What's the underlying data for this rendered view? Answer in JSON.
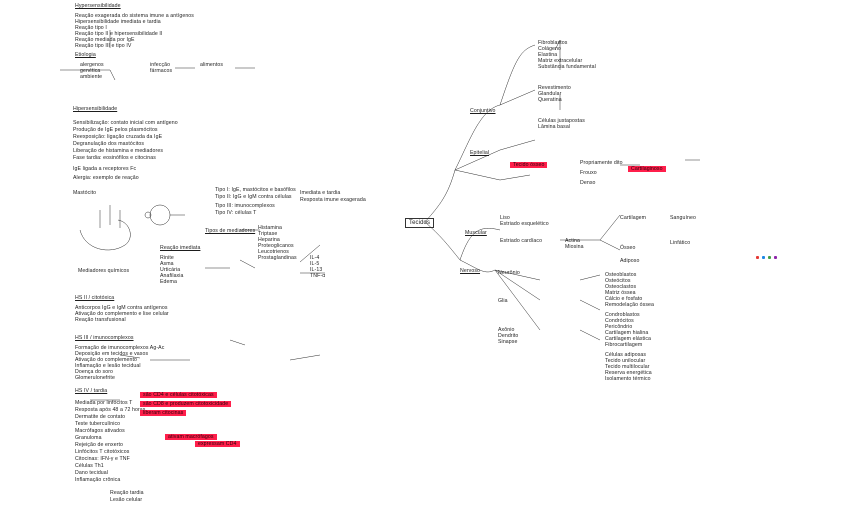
{
  "left_column": {
    "title": "Hypersensibilidade",
    "heading_lines": [
      "Reação exagerada do sistema imune a antígenos",
      "Hipersensibilidade imediata e tardia",
      "Reação tipo I",
      "Reação tipo II e hipersensibilidade II",
      "Reação mediada por IgE",
      "Reação tipo III e tipo IV"
    ],
    "section_1_label": "Etiologia",
    "section_1_items": [
      "alergenos",
      "genética",
      "ambiente",
      "infecção",
      "fármacos",
      "alimentos"
    ],
    "section_2_label": "Hipersensibilidade",
    "section_2_lines": [
      "Sensibilização: contato inicial com antígeno",
      "Produção de IgE pelos plasmócitos",
      "Reexposição: ligação cruzada da IgE",
      "Degranulação dos mastócitos",
      "Liberação de histamina e mediadores",
      "Fase tardia: eosinófilos e citocinas",
      "IgE ligada a receptores Fc",
      "Alergia: exemplo de reação"
    ],
    "diagram_label": "Mastócito",
    "diagram_caption": "Mediadores químicos",
    "section_3_label": "HS II / citotóxica",
    "section_3_lines": [
      "Anticorpos IgG e IgM contra antígenos",
      "Ativação do complemento e lise celular",
      "Reação transfusional"
    ],
    "section_4_label": "HS III / imunocomplexos",
    "section_4_lines": [
      "Formação de imunocomplexos Ag-Ac",
      "Deposição em tecidos e vasos",
      "Ativação do complemento",
      "Inflamação e lesão tecidual",
      "Doença do soro",
      "Glomerulonefrite"
    ],
    "section_5_label": "HS IV / tardia",
    "section_5_lines": [
      "Mediada por linfócitos T",
      "Resposta após 48 a 72 horas",
      "Dermatite de contato",
      "Teste tuberculínico",
      "Macrófagos ativados",
      "Granuloma",
      "Rejeição de enxerto",
      "Linfócitos T citotóxicos",
      "Citocinas: IFN-γ e TNF",
      "Células Th1",
      "Dano tecidual",
      "Inflamação crônica",
      "Reação tardia",
      "Lesão celular"
    ],
    "highlights": [
      "são CD4 e células citotóxicas",
      "são CD8 e produzem citotoxicidade",
      "liberam citocinas",
      "ativam macrófagos",
      "expressam CD4"
    ]
  },
  "center": {
    "notes": [
      "Tipo I: IgE, mastócitos e basófilos",
      "Tipo II: IgG e IgM contra células",
      "Tipo III: imunocomplexos",
      "Tipo IV: células T",
      "Imediata e tardia",
      "Resposta imune exagerada"
    ],
    "mediators_label": "Tipos de mediadores",
    "mediators": [
      "Histamina",
      "Triptase",
      "Heparina",
      "Proteoglicanos",
      "Leucotrienos",
      "Prostaglandinas"
    ],
    "cytokines": [
      "IL-4",
      "IL-5",
      "IL-13",
      "TNF-α"
    ],
    "reactions_label": "Reação imediata",
    "reactions": [
      "Rinite",
      "Asma",
      "Urticária",
      "Anafilaxia",
      "Edema"
    ]
  },
  "right_mindmap": {
    "central_node": "Tecidos",
    "branches": [
      {
        "label": "Conjuntivo",
        "items": [
          "Fibroblastos",
          "Colágeno",
          "Elastina",
          "Matriz extracelular",
          "Substância fundamental"
        ]
      },
      {
        "label": "Epitelial",
        "items": [
          "Revestimento",
          "Glandular",
          "Queratina",
          "Células justapostas",
          "Lâmina basal"
        ]
      },
      {
        "label": "Muscular",
        "items": [
          "Liso",
          "Estriado esquelético",
          "Estriado cardíaco",
          "Actina",
          "Miosina"
        ]
      },
      {
        "label": "Nervoso",
        "items": [
          "Neurônio",
          "Glia",
          "Axônio",
          "Dendrito",
          "Sinapse"
        ]
      }
    ],
    "sub_nodes": [
      "Cartilagem",
      "Ósseo",
      "Adiposo",
      "Sanguíneo",
      "Linfático",
      "Propriamente dito",
      "Frouxo",
      "Denso"
    ],
    "highlight_labels": [
      "Tecido ósseo",
      "Cartilaginoso"
    ],
    "bottom_lists": [
      [
        "Osteoblastos",
        "Osteócitos",
        "Osteoclastos",
        "Matriz óssea",
        "Cálcio e fosfato",
        "Remodelação óssea"
      ],
      [
        "Condroblastos",
        "Condrócitos",
        "Pericôndrio",
        "Cartilagem hialina",
        "Cartilagem elástica",
        "Fibrocartilagem"
      ],
      [
        "Células adiposas",
        "Tecido unilocular",
        "Tecido multilocular",
        "Reserva energética",
        "Isolamento térmico"
      ]
    ]
  },
  "colors": {
    "highlight": "#ff1f4b",
    "ink": "#1d1d1d",
    "dot1": "#e53935",
    "dot2": "#1e88e5",
    "dot3": "#43a047",
    "dot4": "#8e24aa"
  }
}
